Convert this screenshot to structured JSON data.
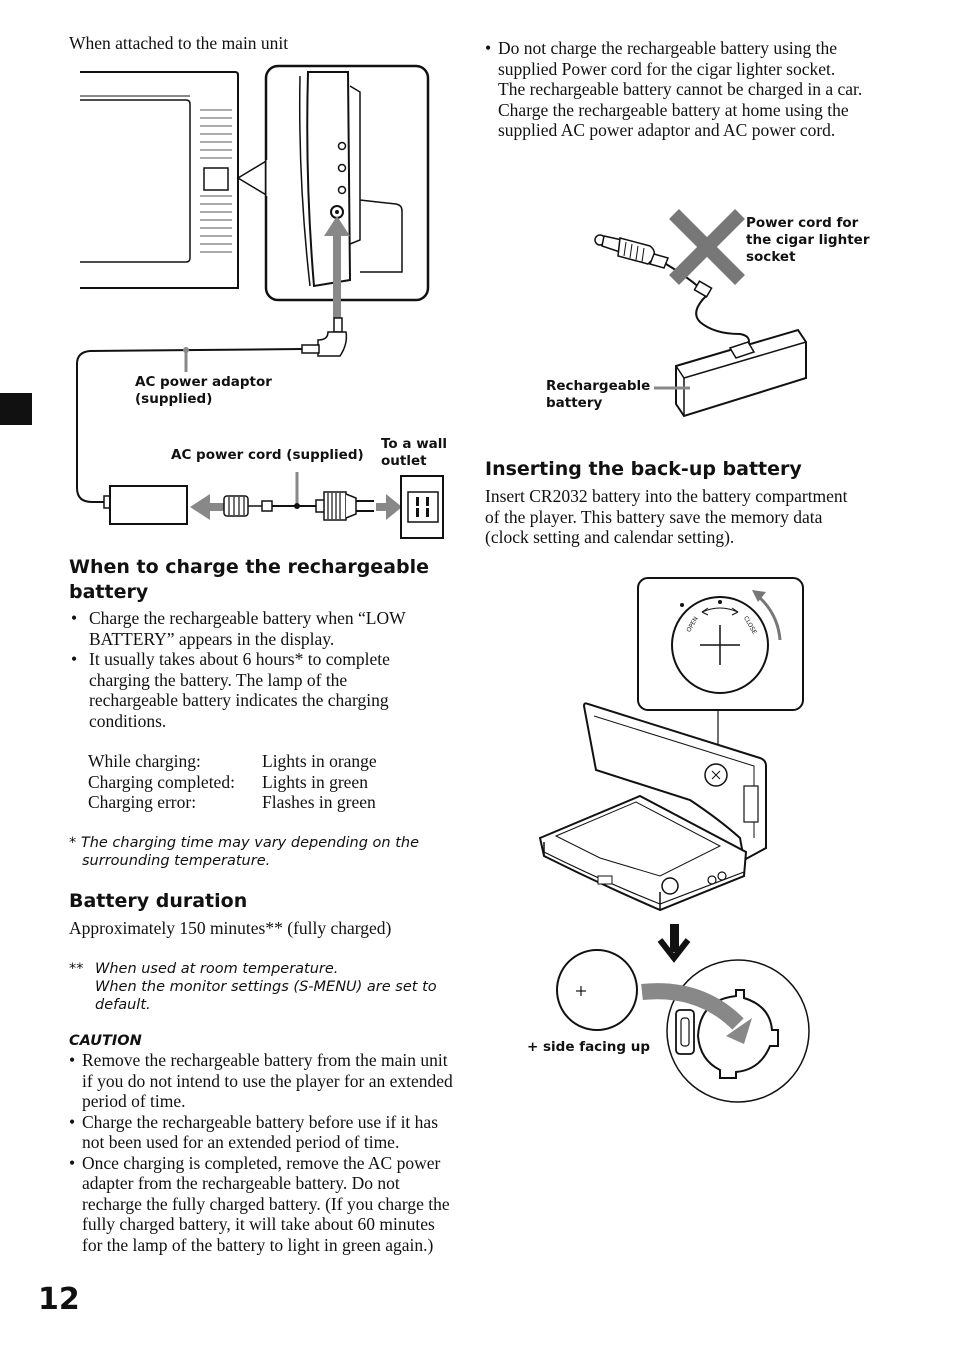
{
  "page_number": "12",
  "left": {
    "attached_caption": "When attached to the main unit",
    "fig1_labels": {
      "ac_adaptor_1": "AC power adaptor",
      "ac_adaptor_2": "(supplied)",
      "ac_cord": "AC power cord (supplied)",
      "wall_1": "To a wall",
      "wall_2": "outlet"
    },
    "charge_heading_1": "When to charge the rechargeable",
    "charge_heading_2": "battery",
    "charge_bullets": [
      "Charge the rechargeable battery when “LOW BATTERY” appears in the display.",
      "It usually takes about 6 hours* to complete charging the battery. The lamp of the rechargeable battery indicates the charging conditions."
    ],
    "status_table": [
      {
        "state": "While charging:",
        "lamp": "Lights in orange"
      },
      {
        "state": "Charging completed:",
        "lamp": "Lights in green"
      },
      {
        "state": "Charging error:",
        "lamp": "Flashes in green"
      }
    ],
    "footnote_star_1": "* The charging time may vary depending on the",
    "footnote_star_2": "surrounding temperature.",
    "duration_heading": "Battery duration",
    "duration_text": "Approximately 150 minutes** (fully charged)",
    "footnote_dstar_mark": "**",
    "footnote_dstar_1": "When used at room temperature.",
    "footnote_dstar_2": "When the monitor settings (S-MENU) are set to",
    "footnote_dstar_3": "default.",
    "caution_heading": "CAUTION",
    "caution_items": [
      "Remove the rechargeable battery from the main unit if you do not intend to use the player for an extended period of time.",
      "Charge the rechargeable battery before use if it has not been used for an extended period of time.",
      "Once charging is completed, remove the AC power adapter from the rechargeable battery. Do not recharge the fully charged battery. (If you charge the fully charged battery, it will take about 60 minutes for the lamp of the battery to light in green again.)"
    ]
  },
  "right": {
    "cigar_note_1": "Do not charge the rechargeable battery using the supplied Power cord for the cigar lighter socket.",
    "cigar_note_2": "The rechargeable battery cannot be charged in a car. Charge the rechargeable battery at home using the supplied AC power adaptor and AC power cord.",
    "fig2_labels": {
      "cigar_1": "Power cord for",
      "cigar_2": "the cigar lighter",
      "cigar_3": "socket",
      "rech_1": "Rechargeable",
      "rech_2": "battery"
    },
    "backup_heading": "Inserting the back-up battery",
    "backup_text": "Insert CR2032 battery into the battery compartment of the player. This battery save the memory data (clock setting and calendar setting).",
    "fig3_labels": {
      "open": "OPEN",
      "close": "CLOSE",
      "plus_side": "+ side facing up"
    }
  }
}
